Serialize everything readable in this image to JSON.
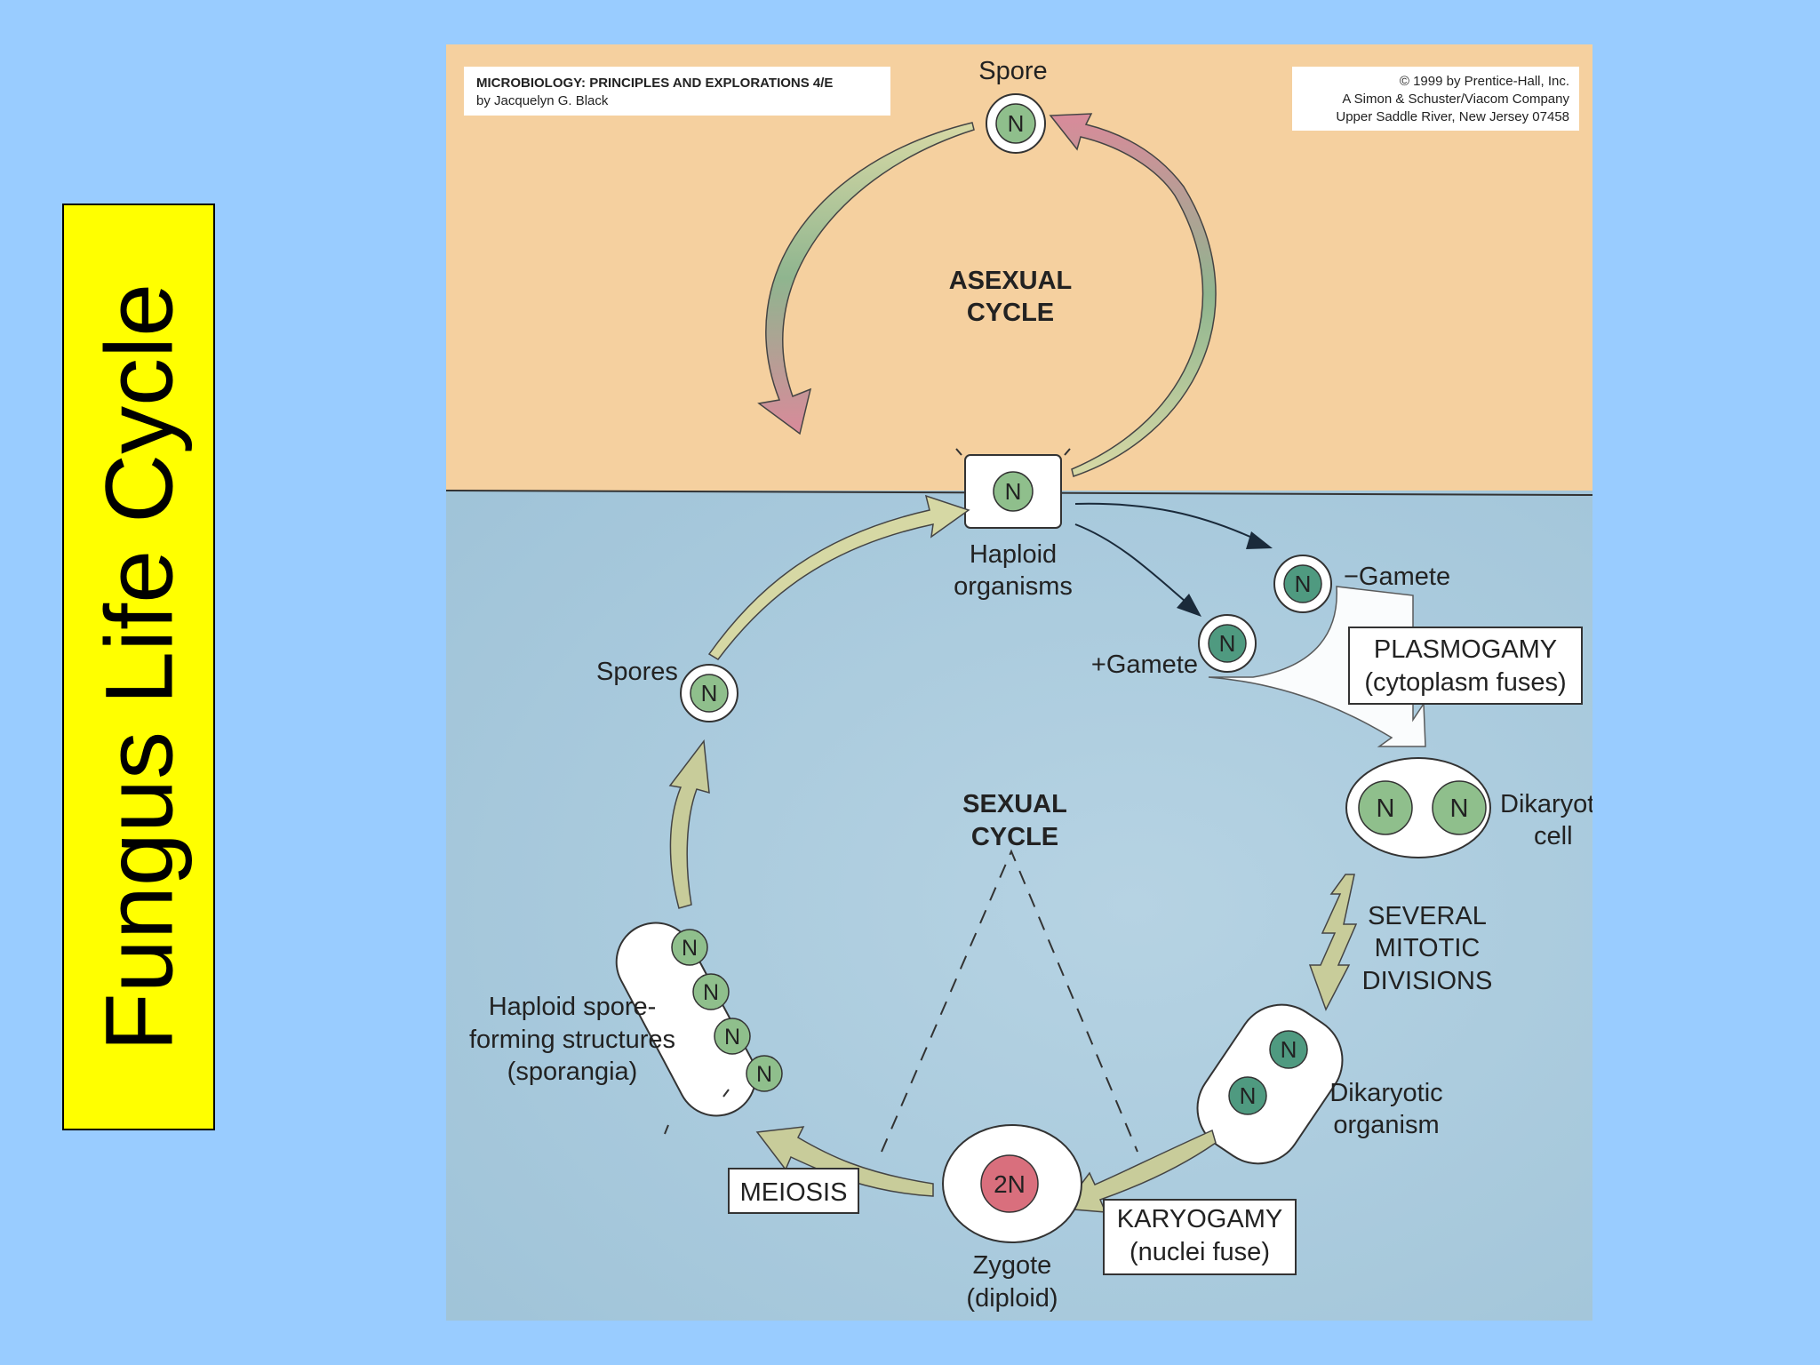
{
  "slide_title": "Fungus Life Cycle",
  "credits": {
    "book_title": "MICROBIOLOGY: PRINCIPLES AND EXPLORATIONS 4/E",
    "author": "by Jacquelyn G. Black",
    "copyright_1": "© 1999 by Prentice-Hall, Inc.",
    "copyright_2": "A Simon & Schuster/Viacom Company",
    "copyright_3": "Upper Saddle River, New Jersey 07458"
  },
  "asexual": {
    "spore_label": "Spore",
    "cycle_line1": "ASEXUAL",
    "cycle_line2": "CYCLE"
  },
  "sexual": {
    "cycle_line1": "SEXUAL",
    "cycle_line2": "CYCLE",
    "haploid_line1": "Haploid",
    "haploid_line2": "organisms",
    "minus_gamete": "−Gamete",
    "plus_gamete": "+Gamete",
    "plasmogamy_line1": "PLASMOGAMY",
    "plasmogamy_line2": "(cytoplasm fuses)",
    "dikaryotic_cell_line1": "Dikaryotic",
    "dikaryotic_cell_line2": "cell",
    "mitotic_line1": "SEVERAL",
    "mitotic_line2": "MITOTIC",
    "mitotic_line3": "DIVISIONS",
    "dikaryotic_org_line1": "Dikaryotic",
    "dikaryotic_org_line2": "organism",
    "karyogamy_line1": "KARYOGAMY",
    "karyogamy_line2": "(nuclei fuse)",
    "zygote_line1": "Zygote",
    "zygote_line2": "(diploid)",
    "meiosis": "MEIOSIS",
    "sporangia_line1": "Haploid spore-",
    "sporangia_line2": "forming structures",
    "sporangia_line3": "(sporangia)",
    "spores_label": "Spores"
  },
  "nucleus_labels": {
    "haploid": "N",
    "diploid": "2N"
  },
  "colors": {
    "slide_background": "#99ccff",
    "title_box": "#ffff00",
    "asexual_panel": "#f5d09f",
    "sexual_panel": "#a9cbdf",
    "haploid_nucleus": "#8fbf8c",
    "dikaryotic_nucleus": "#4f9a80",
    "diploid_nucleus": "#d96f7d"
  }
}
